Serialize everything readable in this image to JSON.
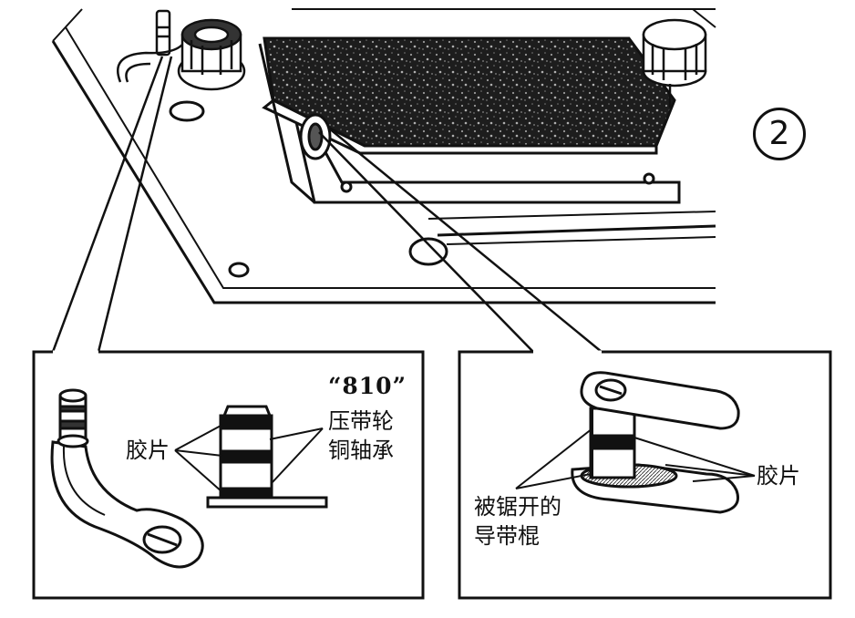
{
  "figure": {
    "number_label": "2"
  },
  "left_inset": {
    "film_label": "胶片",
    "part_number_label": "“810”",
    "roller_label_line1": "压带轮",
    "roller_label_line2": "铜轴承"
  },
  "right_inset": {
    "film_label": "胶片",
    "guide_label_line1": "被锯开的",
    "guide_label_line2": "导带棍"
  },
  "colors": {
    "ink": "#111111",
    "paper": "#ffffff",
    "felt": "#2a2a2a"
  }
}
